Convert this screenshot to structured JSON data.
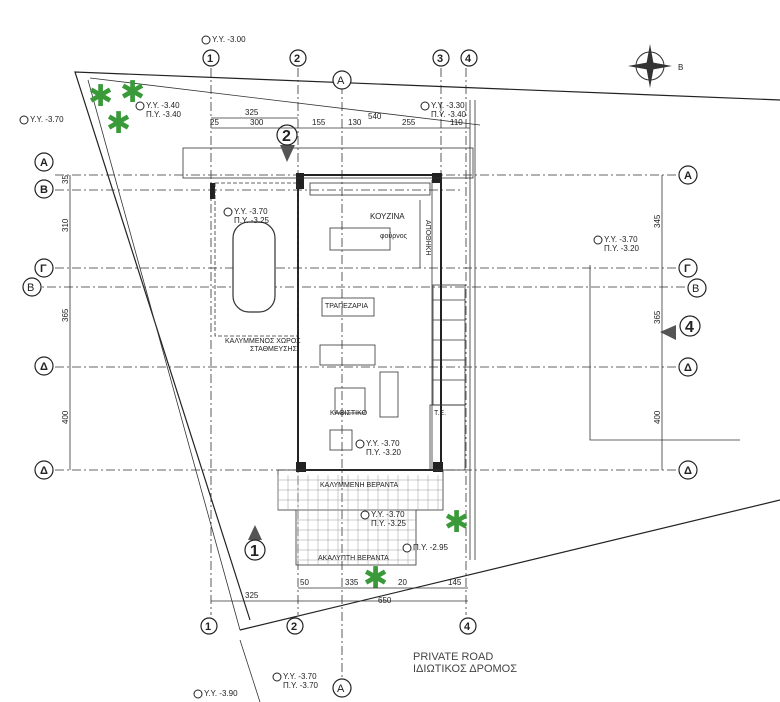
{
  "grid_columns": {
    "c1": "1",
    "c2": "2",
    "c3": "3",
    "c4": "4"
  },
  "grid_rows_left": {
    "a": "Α",
    "b": "Β",
    "g": "Γ",
    "d1": "Δ",
    "d2": "Δ"
  },
  "grid_rows_right": {
    "a": "Α",
    "g": "Γ",
    "d1": "Δ",
    "d2": "Δ"
  },
  "section_markers": {
    "a": "A",
    "b": "B",
    "view1": "1",
    "view2": "2",
    "view4": "4"
  },
  "dimensions": {
    "top": [
      "325",
      "25",
      "300",
      "155",
      "130",
      "540",
      "255",
      "110"
    ],
    "left": [
      "35",
      "310",
      "365",
      "400"
    ],
    "right": [
      "345",
      "365",
      "400"
    ],
    "bottom": [
      "325",
      "50",
      "335",
      "20",
      "145",
      "650"
    ]
  },
  "levels": [
    {
      "yy": "Y.Y. -3.00"
    },
    {
      "yy": "Y.Y. -3.70"
    },
    {
      "yy": "Y.Y. -3.40",
      "py": "Π.Y. -3.40"
    },
    {
      "yy": "Y.Y. -3.30",
      "py": "Π.Y. -3.40"
    },
    {
      "yy": "Y.Y. -3.70",
      "py": "Π.Y. -3.25"
    },
    {
      "yy": "Y.Y. -3.70",
      "py": "Π.Y. -3.20"
    },
    {
      "yy": "Y.Y. -3.70",
      "py": "Π.Y. -3.20"
    },
    {
      "yy": "Y.Y. -3.70",
      "py": "Π.Y. -3.25"
    },
    {
      "py": "Π.Y. -2.95"
    },
    {
      "yy": "Y.Y. -3.70",
      "py": "Π.Y. -3.70"
    },
    {
      "yy": "Y.Y. -3.90"
    }
  ],
  "rooms": {
    "kitchen": "ΚΟΥΖΙΝΑ",
    "pantry": "φούρνος",
    "storage": "ΑΠΟΘΗΚΗ",
    "dining": "ΤΡΑΠΕΖΑΡΙΑ",
    "parking1": "ΚΑΛΥΜΜΕΝΟΣ ΧΩΡΟΣ",
    "parking2": "ΣΤΑΘΜΕΥΣΗΣ",
    "living": "ΚΑΘΙΣΤΙΚΟ",
    "wc": "Τ.Ε.",
    "covered_veranda": "ΚΑΛΥΜΜΕΝΗ ΒΕΡΑΝΤΑ",
    "open_veranda": "ΑΚΑΛΥΠΤΗ ΒΕΡΑΝΤΑ"
  },
  "road": {
    "en": "PRIVATE ROAD",
    "gr": "ΙΔΙΩΤΙΚΟΣ ΔΡΟΜΟΣ"
  },
  "compass_label": "B",
  "colors": {
    "tree": "#3a9a3a",
    "line": "#222222"
  }
}
